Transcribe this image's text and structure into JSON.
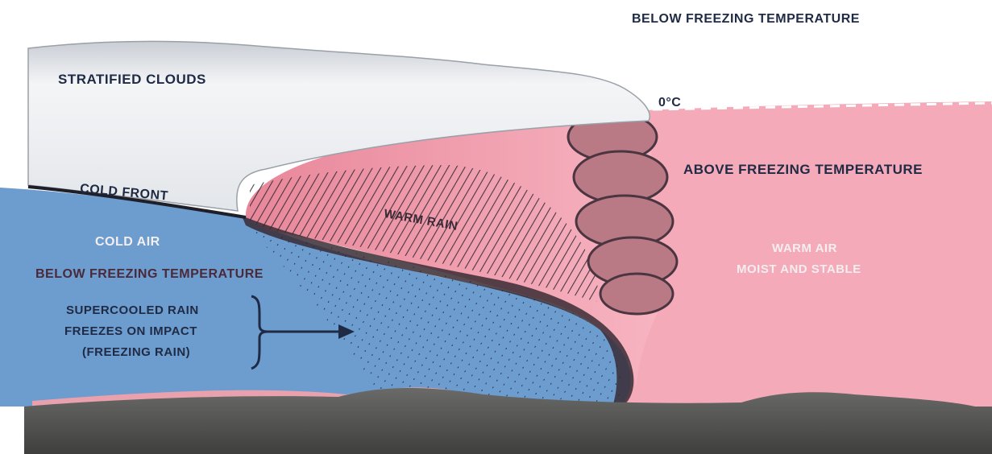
{
  "labels": {
    "below_freezing_top": "BELOW FREEZING TEMPERATURE",
    "stratified_clouds": "STRATIFIED CLOUDS",
    "zero_c": "0°C",
    "above_freezing": "ABOVE FREEZING TEMPERATURE",
    "cold_front": "COLD FRONT",
    "warm_rain": "WARM RAIN",
    "cold_air": "COLD AIR",
    "warm_air": "WARM AIR",
    "moist_and_stable": "MOIST AND STABLE",
    "below_freezing_cold": "BELOW FREEZING TEMPERATURE",
    "supercooled_line1": "SUPERCOOLED RAIN",
    "supercooled_line2": "FREEZES ON IMPACT",
    "supercooled_line3": "(FREEZING RAIN)"
  },
  "colors": {
    "cold_air": "#6f9fd0",
    "warm_air": "#f2a3b3",
    "cloud": "#f4f4f6",
    "ground": "#5a5a58",
    "text_dark": "#1f2a44"
  }
}
